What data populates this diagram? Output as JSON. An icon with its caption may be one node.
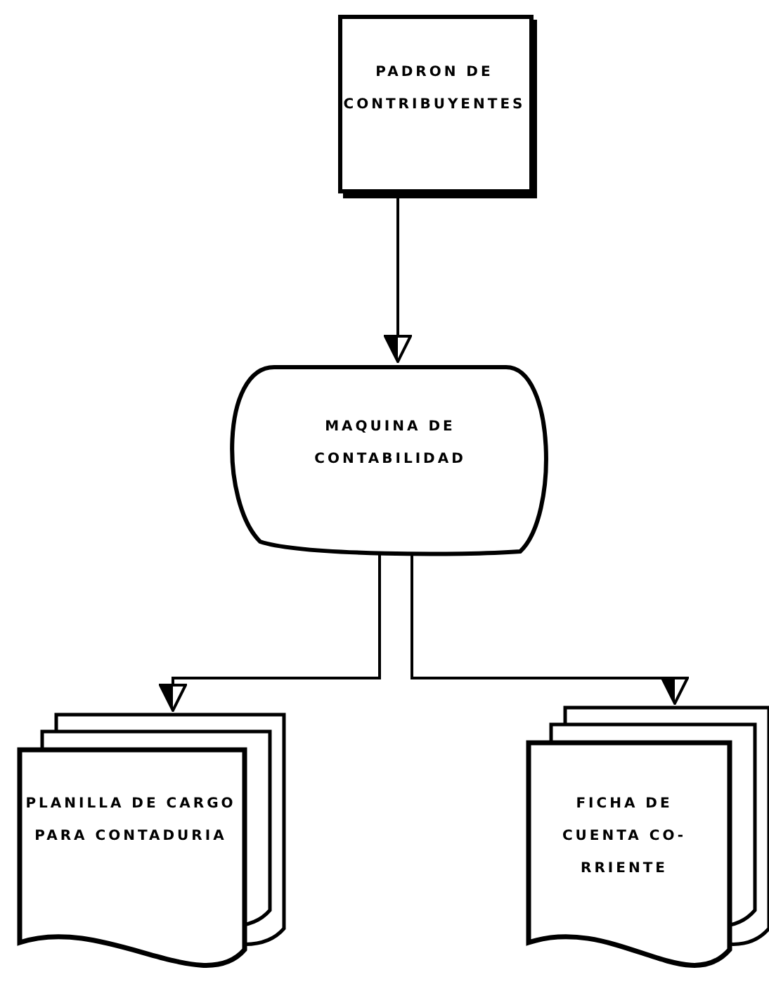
{
  "diagram": {
    "nodes": [
      {
        "text": [
          "PADRON DE CONTRIBUYENTES"
        ]
      },
      {
        "text": [
          "MAQUINA DE CONTABILIDAD"
        ]
      },
      {
        "text": [
          "PLANILLA DE CARGO PARA CONTADURIA"
        ]
      },
      {
        "text": [
          "FICHA DE CUENTA CO- RRIENTE"
        ]
      }
    ],
    "edges": [
      {
        "from": 0,
        "to": 1,
        "arrow": "to"
      },
      {
        "from": 1,
        "to": 2,
        "arrow": "to"
      },
      {
        "from": 1,
        "to": 3,
        "arrow": "to"
      }
    ]
  }
}
